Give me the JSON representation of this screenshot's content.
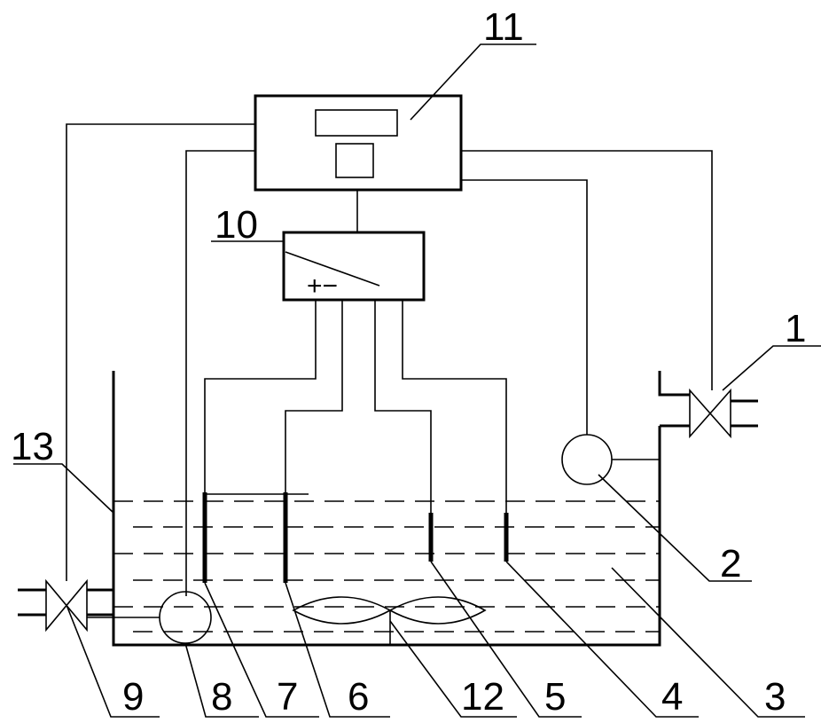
{
  "labels": {
    "l1": "1",
    "l2": "2",
    "l3": "3",
    "l4": "4",
    "l5": "5",
    "l6": "6",
    "l7": "7",
    "l8": "8",
    "l9": "9",
    "l10": "10",
    "l11": "11",
    "l12": "12",
    "l13": "13"
  },
  "power_supply_polarity": "+−"
}
